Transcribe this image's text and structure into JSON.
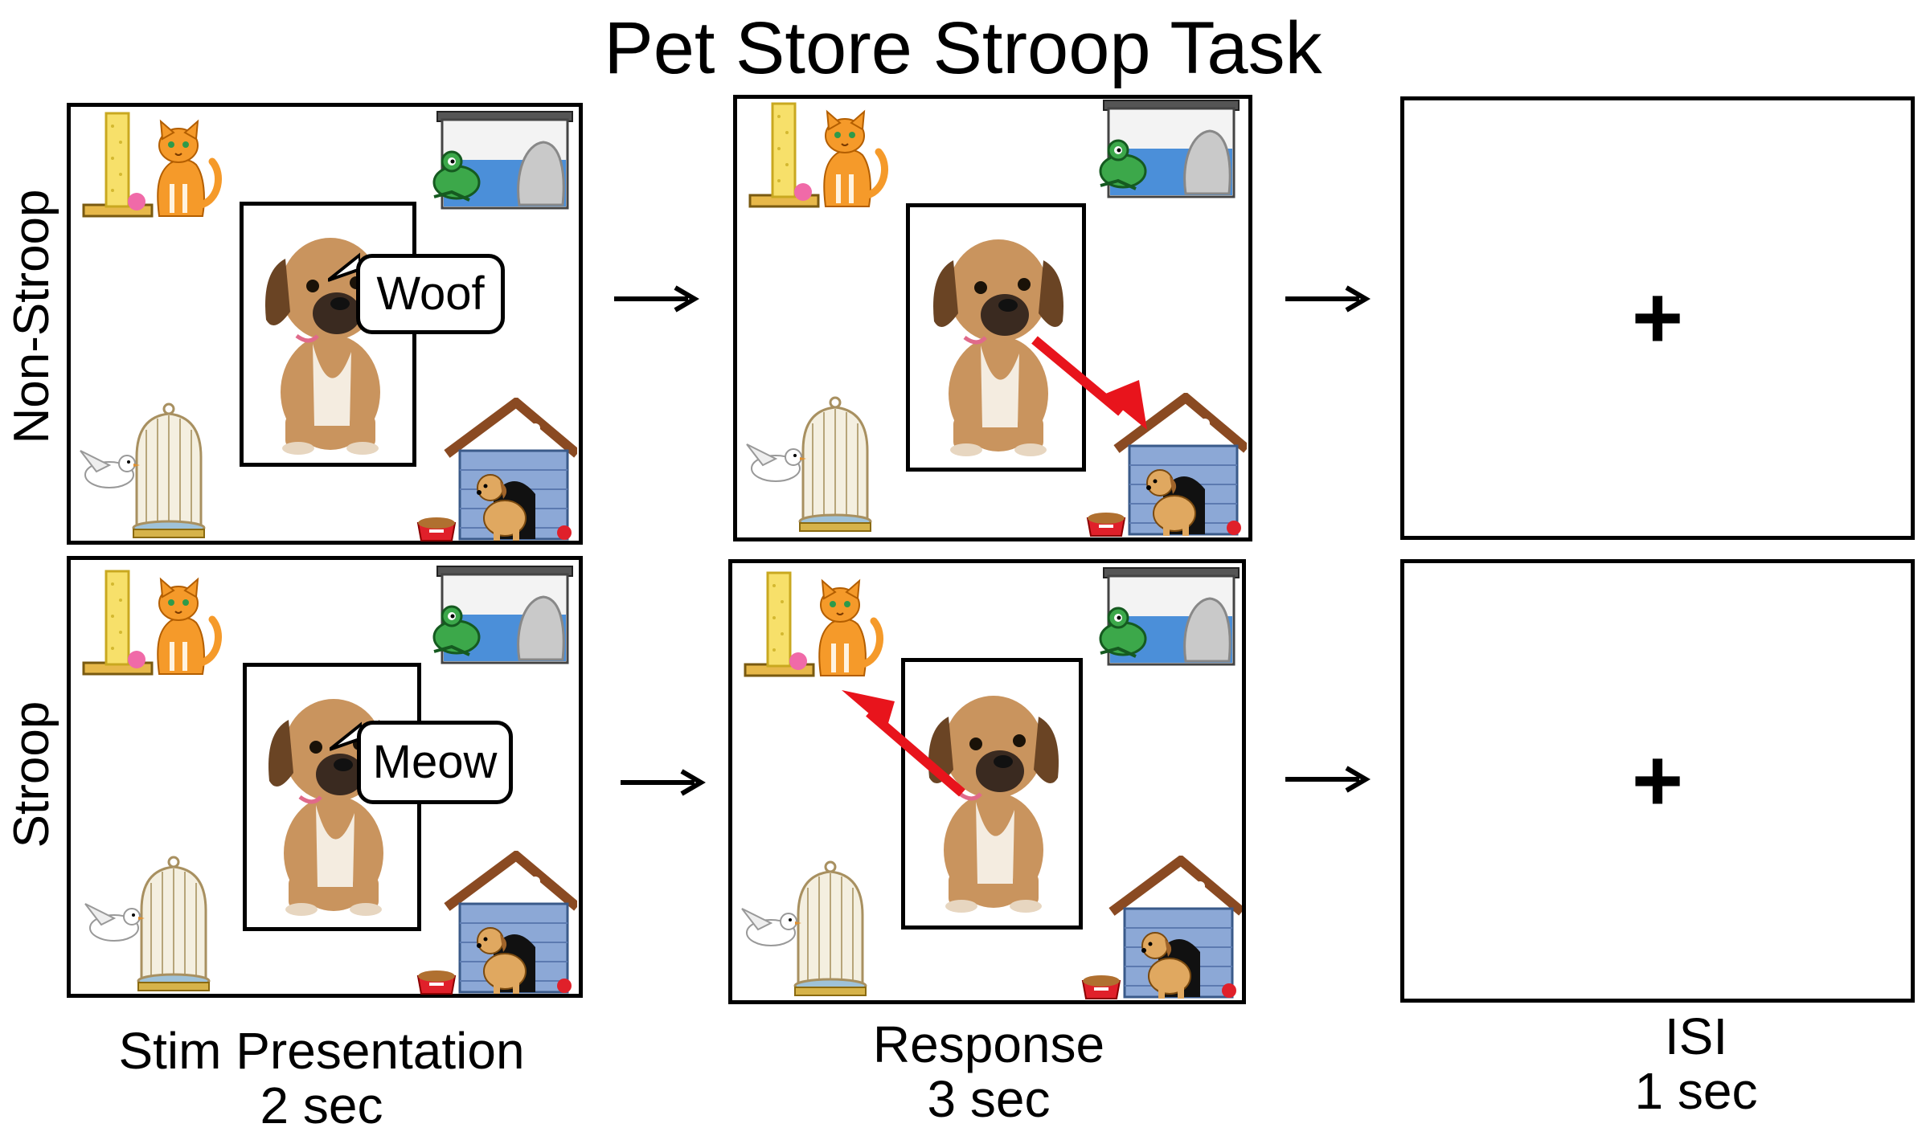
{
  "title": "Pet Store Stroop Task",
  "rows": [
    {
      "label": "Non-Stroop",
      "speech": "Woof"
    },
    {
      "label": "Stroop",
      "speech": "Meow"
    }
  ],
  "columns": [
    {
      "name": "Stim Presentation",
      "duration": "2 sec"
    },
    {
      "name": "Response",
      "duration": "3 sec"
    },
    {
      "name": "ISI",
      "duration": "1 sec"
    }
  ],
  "fixation": "+",
  "icons": {
    "pets": [
      "cat-icon",
      "frog-aquarium-icon",
      "bird-cage-icon",
      "dog-house-icon"
    ],
    "stimulus": "puppy-photo",
    "transition": "arrow-right-icon",
    "response": "red-arrow-icon"
  },
  "colors": {
    "response_arrow": "#e8141c",
    "cat": "#f59a2a",
    "frog": "#3ca84a",
    "water": "#4b8fd9"
  }
}
